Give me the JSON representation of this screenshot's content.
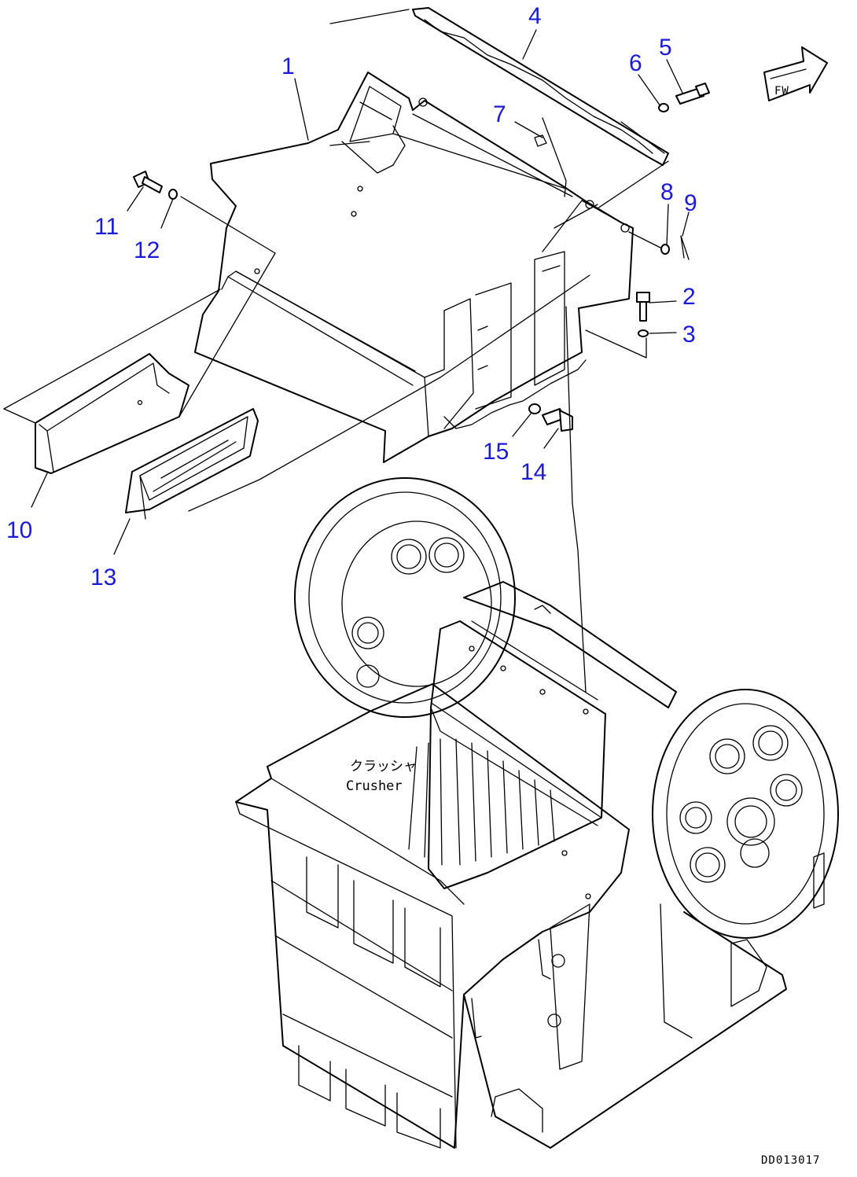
{
  "diagram": {
    "callouts": [
      {
        "id": "1",
        "label": "1"
      },
      {
        "id": "2",
        "label": "2"
      },
      {
        "id": "3",
        "label": "3"
      },
      {
        "id": "4",
        "label": "4"
      },
      {
        "id": "5",
        "label": "5"
      },
      {
        "id": "6",
        "label": "6"
      },
      {
        "id": "7",
        "label": "7"
      },
      {
        "id": "8",
        "label": "8"
      },
      {
        "id": "9",
        "label": "9"
      },
      {
        "id": "10",
        "label": "10"
      },
      {
        "id": "11",
        "label": "11"
      },
      {
        "id": "12",
        "label": "12"
      },
      {
        "id": "13",
        "label": "13"
      },
      {
        "id": "14",
        "label": "14"
      },
      {
        "id": "15",
        "label": "15"
      }
    ],
    "crusher_label_line1": "クラッシャ",
    "crusher_label_line2": "Crusher",
    "direction_label": "FW",
    "drawing_number": "DD013017",
    "callout_color": "#1a1adb"
  }
}
